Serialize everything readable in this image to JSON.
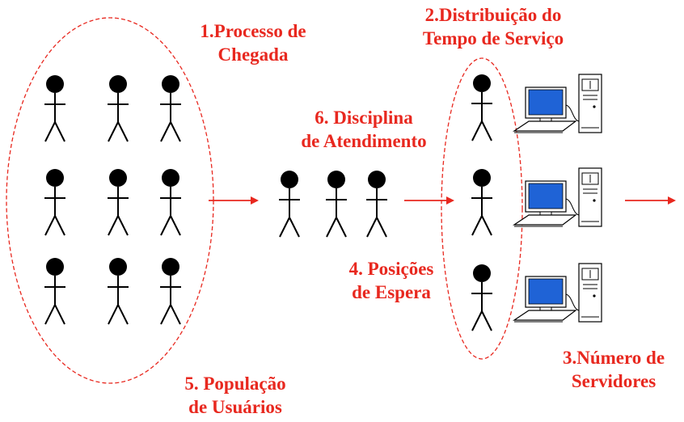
{
  "labels": {
    "arrival": {
      "line1": "1.Processo de",
      "line2": "Chegada"
    },
    "service_time": {
      "line1": "2.Distribuição do",
      "line2": "Tempo de Serviço"
    },
    "discipline": {
      "line1": "6. Disciplina",
      "line2": "de Atendimento"
    },
    "waiting": {
      "line1": "4. Posições",
      "line2": "de Espera"
    },
    "servers_count": {
      "line1": "3.Número de",
      "line2": "Servidores"
    },
    "population": {
      "line1": "5. População",
      "line2": "de Usuários"
    }
  },
  "colors": {
    "accent": "#e8281f",
    "figure": "#000000",
    "monitor_screen": "#1f63d6",
    "background": "#ffffff"
  },
  "icons": {
    "person": "stick-figure-person-icon",
    "server": "desktop-computer-icon",
    "arrow": "right-arrow-icon"
  }
}
